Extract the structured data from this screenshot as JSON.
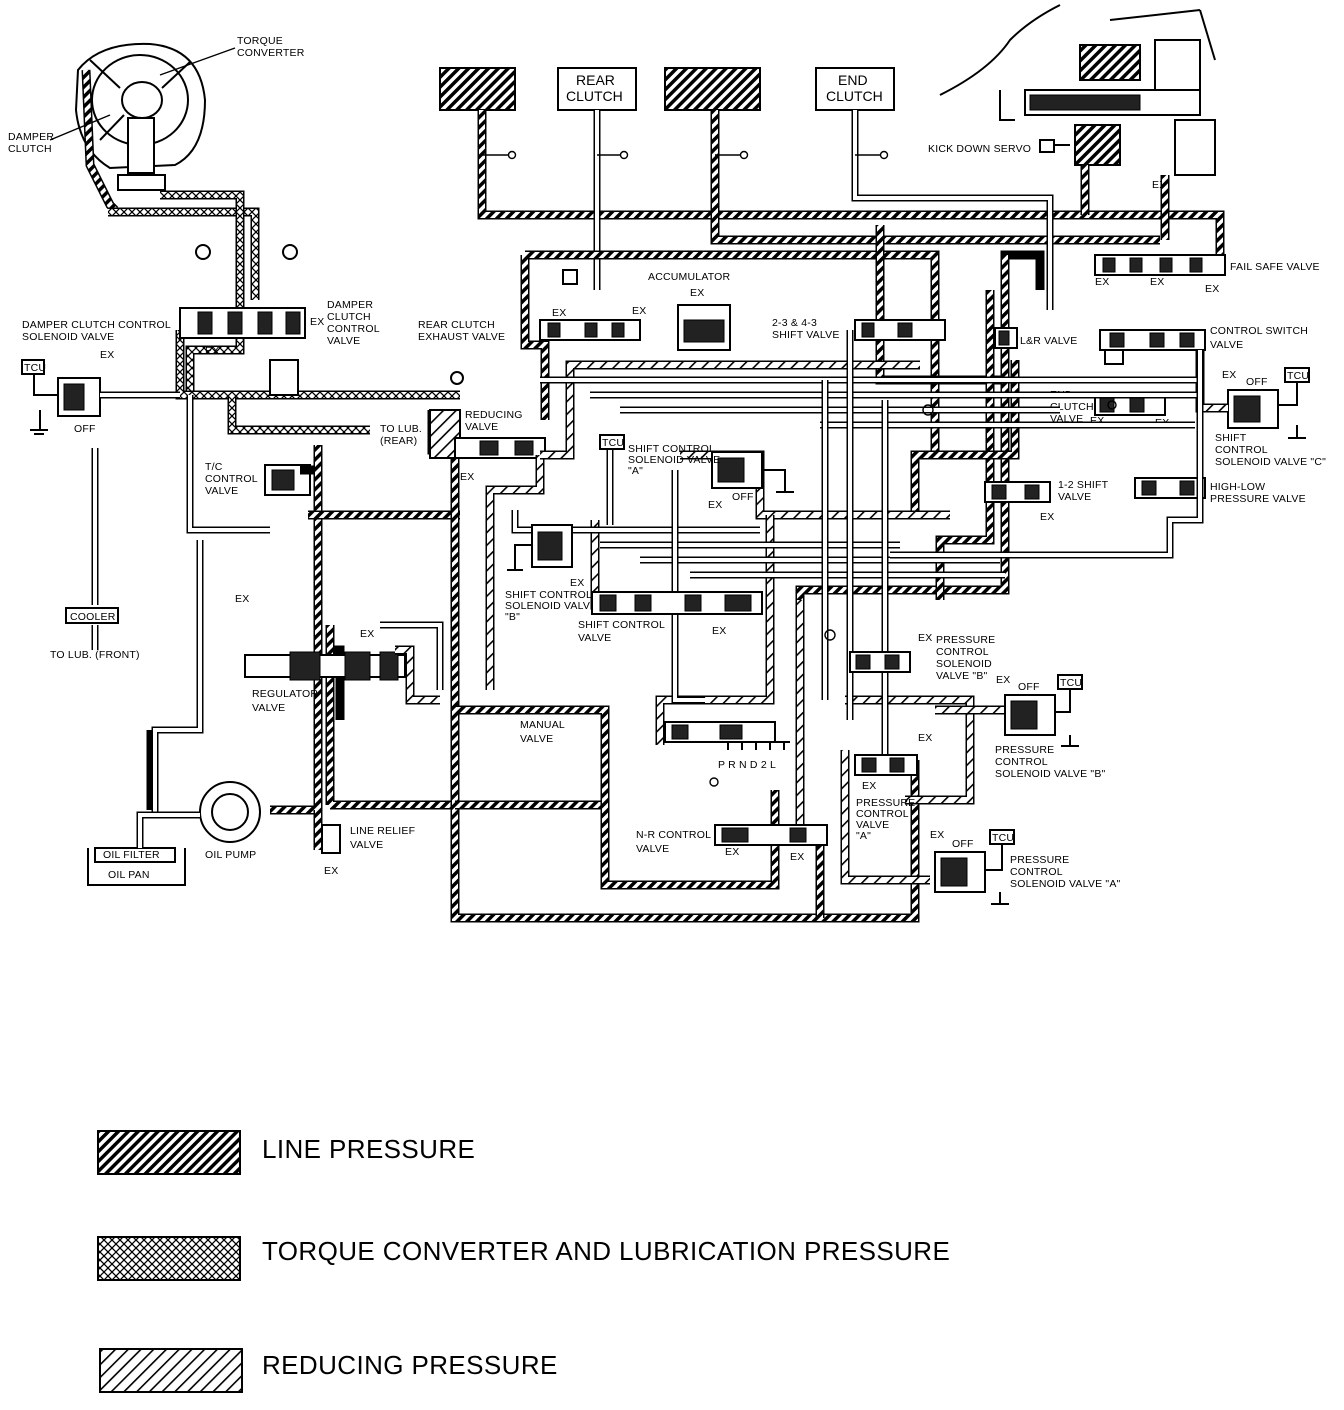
{
  "clutch_boxes": [
    {
      "id": "box-1",
      "label": [
        "",
        ""
      ],
      "fill": "line"
    },
    {
      "id": "box-2",
      "label": [
        "REAR",
        "CLUTCH"
      ],
      "fill": "none"
    },
    {
      "id": "box-3",
      "label": [
        "",
        ""
      ],
      "fill": "line"
    },
    {
      "id": "box-4",
      "label": [
        "END",
        "CLUTCH"
      ],
      "fill": "none"
    }
  ],
  "labels": {
    "torque_converter": [
      "TORQUE",
      "CONVERTER"
    ],
    "damper_clutch": [
      "DAMPER",
      "CLUTCH"
    ],
    "damper_clutch_control_solenoid": [
      "DAMPER CLUTCH CONTROL",
      "SOLENOID VALVE"
    ],
    "damper_clutch_control_valve": [
      "DAMPER",
      "CLUTCH",
      "CONTROL",
      "VALVE"
    ],
    "kick_down_servo": "KICK DOWN SERVO",
    "accumulator": "ACCUMULATOR",
    "fail_safe_valve": "FAIL SAFE VALVE",
    "rear_clutch_exhaust_valve": [
      "REAR CLUTCH",
      "EXHAUST VALVE"
    ],
    "shift_valve_23_43": [
      "2-3 & 4-3",
      "SHIFT VALVE"
    ],
    "lr_valve": "L&R VALVE",
    "control_switch_valve": [
      "CONTROL SWITCH",
      "VALVE"
    ],
    "end_clutch_valve": [
      "END",
      "CLUTCH",
      "VALVE"
    ],
    "shift_control_solenoid_c": [
      "SHIFT",
      "CONTROL",
      "SOLENOID VALVE \"C\""
    ],
    "to_lub_rear": [
      "TO LUB.",
      "(REAR)"
    ],
    "reducing_valve": [
      "REDUCING",
      "VALVE"
    ],
    "tc_control_valve": [
      "T/C",
      "CONTROL",
      "VALVE"
    ],
    "shift_control_solenoid_a": [
      "SHIFT CONTROL",
      "SOLENOID VALVE",
      "\"A\""
    ],
    "shift_valve_12": [
      "1-2 SHIFT",
      "VALVE"
    ],
    "high_low_pressure_valve": [
      "HIGH-LOW",
      "PRESSURE VALVE"
    ],
    "shift_control_solenoid_b": [
      "SHIFT CONTROL",
      "SOLENOID VALVE",
      "\"B\""
    ],
    "shift_control_valve": [
      "SHIFT CONTROL",
      "VALVE"
    ],
    "cooler": "COOLER",
    "to_lub_front": "TO LUB. (FRONT)",
    "regulator_valve": [
      "REGULATOR",
      "VALVE"
    ],
    "pressure_control_solenoid_b_upper": [
      "PRESSURE",
      "CONTROL",
      "SOLENOID",
      "VALVE \"B\""
    ],
    "manual_valve": [
      "MANUAL",
      "VALVE"
    ],
    "gear_positions": "P  R  N D 2  L",
    "pressure_control_solenoid_b_lower": [
      "PRESSURE",
      "CONTROL",
      "SOLENOID VALVE \"B\""
    ],
    "pressure_control_valve_a": [
      "PRESSURE",
      "CONTROL",
      "VALVE",
      "\"A\""
    ],
    "nr_control_valve": [
      "N-R CONTROL",
      "VALVE"
    ],
    "pressure_control_solenoid_a": [
      "PRESSURE",
      "CONTROL",
      "SOLENOID VALVE \"A\""
    ],
    "line_relief_valve": [
      "LINE RELIEF",
      "VALVE"
    ],
    "oil_pump": "OIL PUMP",
    "oil_filter": "OIL FILTER",
    "oil_pan": "OIL PAN",
    "tcu": "TCU",
    "ex": "EX",
    "off": "OFF"
  },
  "legend": [
    {
      "pattern": "line",
      "label": "LINE PRESSURE"
    },
    {
      "pattern": "tc",
      "label": "TORQUE CONVERTER AND LUBRICATION PRESSURE"
    },
    {
      "pattern": "reducing",
      "label": "REDUCING PRESSURE"
    }
  ]
}
